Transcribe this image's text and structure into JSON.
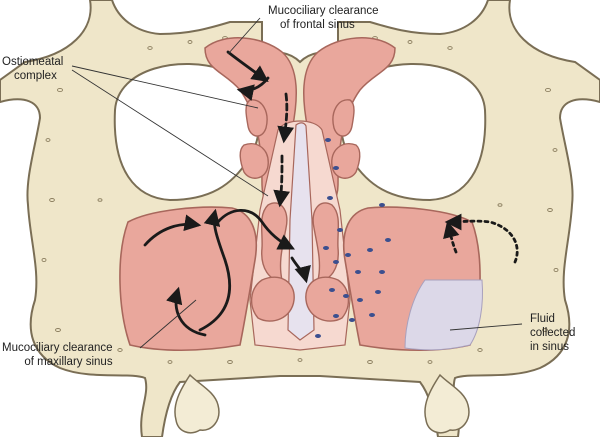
{
  "labels": {
    "frontal": [
      "Mucociliary clearance",
      "of frontal sinus"
    ],
    "ostiomeatal": [
      "Ostiomeatal",
      "complex"
    ],
    "maxillary": [
      "Mucociliary clearance",
      "of maxillary sinus"
    ],
    "fluid": [
      "Fluid",
      "collected",
      "in sinus"
    ]
  },
  "colors": {
    "bone": "#efe6c9",
    "bone_outline": "#7a6e55",
    "mucosa": "#e9a79c",
    "mucosa_dark": "#c9786c",
    "mucosa_light": "#f6d9d0",
    "fluid": "#dcd8e8",
    "cell_nuclei": "#3b4f8f",
    "arrow": "#1a1a1a"
  }
}
